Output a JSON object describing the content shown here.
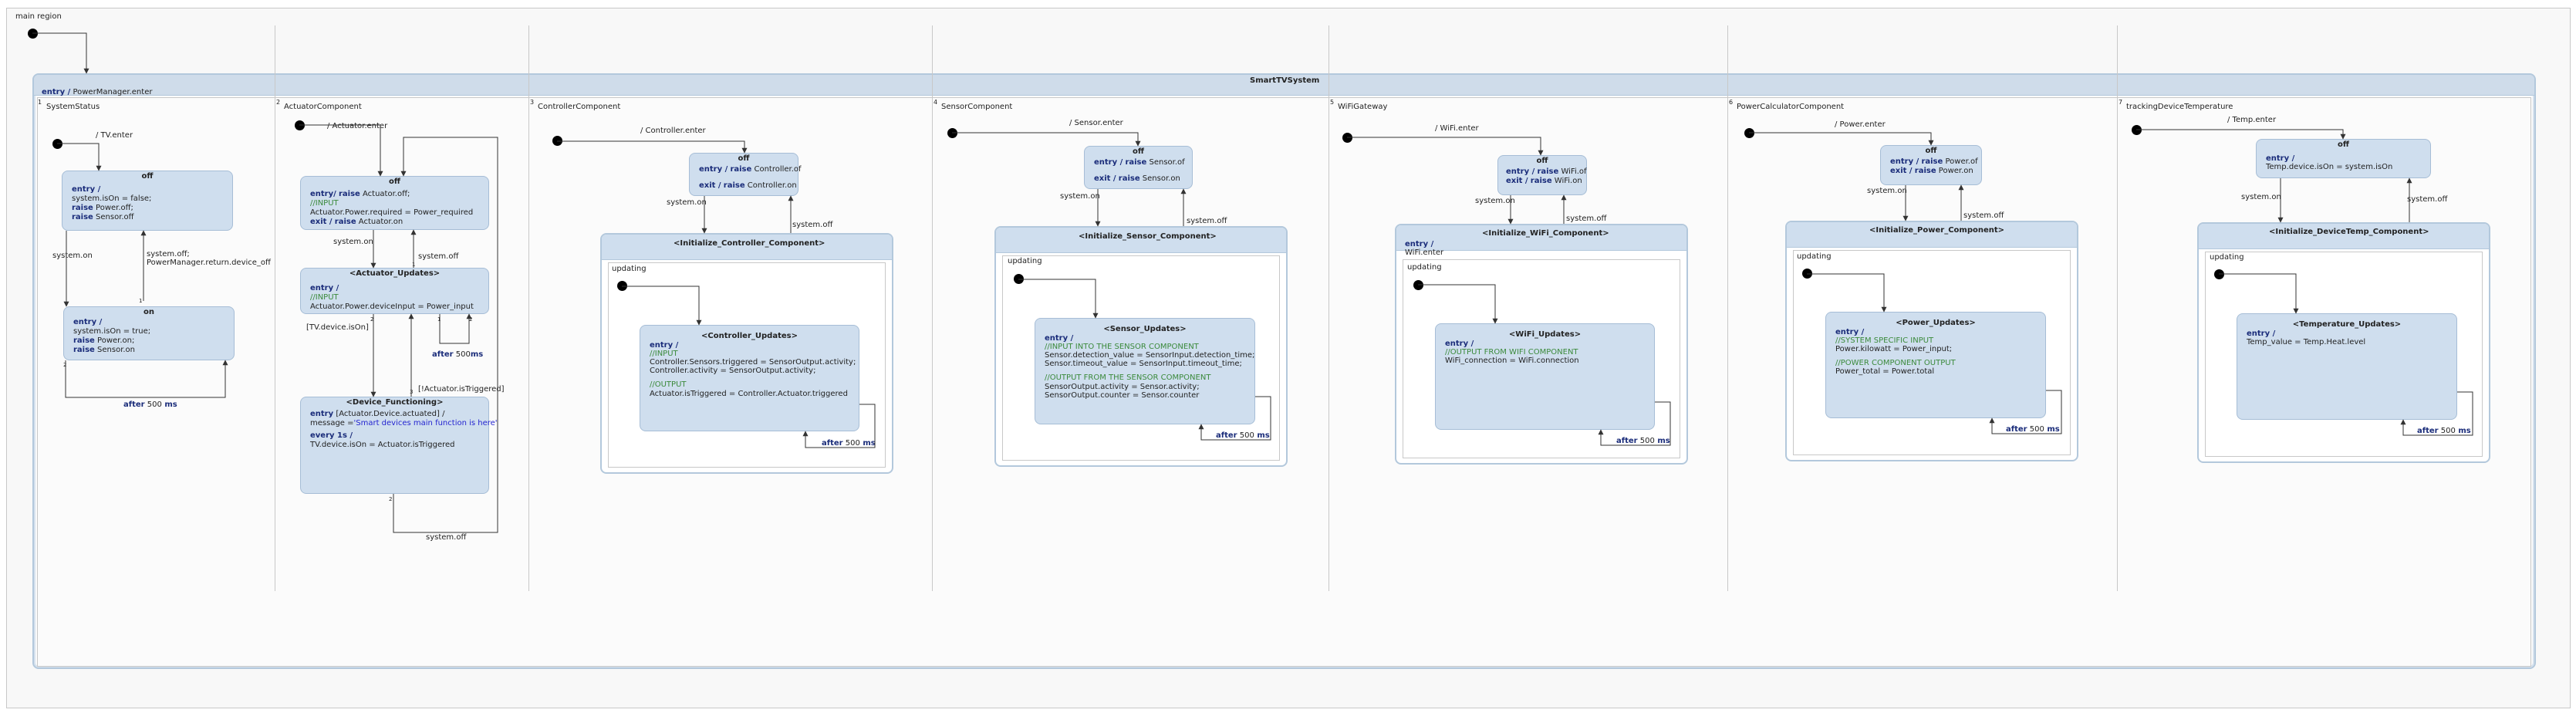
{
  "main_region": {
    "label": "main region"
  },
  "composite": {
    "title": "SmartTVSystem",
    "entry_kw": "entry /",
    "entry_text": "PowerManager.enter"
  },
  "regions": {
    "r1": {
      "index": "1",
      "name": "SystemStatus",
      "init_label": "/ TV.enter",
      "off": {
        "title": "off",
        "entry": "entry /",
        "l1": "system.isOn = false;",
        "l2kw": "raise",
        "l2": " Power.off;",
        "l3kw": "raise",
        "l3": " Sensor.off"
      },
      "on": {
        "title": "on",
        "entry": "entry /",
        "l1": "system.isOn = true;",
        "l2kw": "raise",
        "l2": " Power.on;",
        "l3kw": "raise",
        "l3": " Sensor.on"
      },
      "t_on": "system.on",
      "t_off1": "system.off;",
      "t_off2": "PowerManager.return.device_off",
      "after_kw": "after",
      "after_val": " 500",
      "after_unit": " ms",
      "idx1": "1",
      "idx2": "2"
    },
    "r2": {
      "index": "2",
      "name": "ActuatorComponent",
      "init_label": "/ Actuator.enter",
      "off": {
        "title": "off",
        "e_kw": "entry/",
        "e_raise": "raise",
        "e_text": " Actuator.off;",
        "cm": "//INPUT",
        "l2": "Actuator.Power.required = Power_required",
        "x_kw": "exit /",
        "x_raise": "raise",
        "x_text": " Actuator.on"
      },
      "upd": {
        "title": "<Actuator_Updates>",
        "entry": "entry /",
        "cm": "//INPUT",
        "l1": "Actuator.Power.deviceInput = Power_input"
      },
      "func": {
        "title": "<Device_Functioning>",
        "e_kw": "entry",
        "e_text": " [Actuator.Device.actuated] /",
        "l1a": "message =",
        "l1b": "'Smart devices main function is here'",
        "ev_kw": "every 1s /",
        "l2": "TV.device.isOn = Actuator.isTriggered"
      },
      "t_on": "system.on",
      "t_off": "system.off",
      "t_dev": "[TV.device.isOn]",
      "t_trig": "[!Actuator.isTriggered]",
      "after_kw": "after",
      "after_val": " 500",
      "after_unit": "ms",
      "t_off_bottom": "system.off",
      "i1": "1",
      "i2": "2",
      "i3": "1",
      "i4": "2",
      "i5": "3",
      "i6": "2"
    },
    "r3": {
      "index": "3",
      "name": "ControllerComponent",
      "init_label": "/ Controller.enter",
      "off": {
        "title": "off",
        "e_kw": "entry /",
        "e_raise": "raise",
        "e_text": " Controller.of",
        "x_kw": "exit /",
        "x_raise": "raise",
        "x_text": " Controller.on"
      },
      "t_on": "system.on",
      "t_off": "system.off",
      "comp": {
        "title": "<Initialize_Controller_Component>",
        "region": "updating"
      },
      "upd": {
        "title": "<Controller_Updates>",
        "entry": "entry /",
        "cm1": "//INPUT",
        "l1": "Controller.Sensors.triggered = SensorOutput.activity;",
        "l2": "Controller.activity = SensorOutput.activity;",
        "cm2": "//OUTPUT",
        "l3": "Actuator.isTriggered = Controller.Actuator.triggered"
      },
      "after_kw": "after",
      "after_val": " 500",
      "after_unit": " ms"
    },
    "r4": {
      "index": "4",
      "name": "SensorComponent",
      "init_label": "/ Sensor.enter",
      "off": {
        "title": "off",
        "e_kw": "entry /",
        "e_raise": "raise",
        "e_text": " Sensor.of",
        "x_kw": "exit /",
        "x_raise": "raise",
        "x_text": " Sensor.on"
      },
      "t_on": "system.on",
      "t_off": "system.off",
      "comp": {
        "title": "<Initialize_Sensor_Component>",
        "region": "updating"
      },
      "upd": {
        "title": "<Sensor_Updates>",
        "entry": "entry /",
        "cm1": "//INPUT INTO THE SENSOR COMPONENT",
        "l1": "Sensor.detection_value = SensorInput.detection_time;",
        "l2": "Sensor.timeout_value = SensorInput.timeout_time;",
        "cm2": "//OUTPUT FROM THE SENSOR COMPONENT",
        "l3": "SensorOutput.activity = Sensor.activity;",
        "l4": "SensorOutput.counter = Sensor.counter"
      },
      "after_kw": "after",
      "after_val": " 500",
      "after_unit": " ms"
    },
    "r5": {
      "index": "5",
      "name": "WiFiGateway",
      "init_label": "/ WiFi.enter",
      "off": {
        "title": "off",
        "e_kw": "entry /",
        "e_raise": "raise",
        "e_text": " WiFi.of",
        "x_kw": "exit /",
        "x_raise": "raise",
        "x_text": " WiFi.on"
      },
      "t_on": "system.on",
      "t_off": "system.off",
      "comp": {
        "title": "<Initialize_WiFi_Component>",
        "entry": "entry /",
        "entry_text": "WiFi.enter",
        "region": "updating"
      },
      "upd": {
        "title": "<WiFi_Updates>",
        "entry": "entry /",
        "cm1": "//OUTPUT FROM WIFI COMPONENT",
        "l1": "WiFi_connection = WiFi.connection"
      },
      "after_kw": "after",
      "after_val": " 500",
      "after_unit": " ms"
    },
    "r6": {
      "index": "6",
      "name": "PowerCalculatorComponent",
      "init_label": "/ Power.enter",
      "off": {
        "title": "off",
        "e_kw": "entry /",
        "e_raise": "raise",
        "e_text": " Power.of",
        "x_kw": "exit /",
        "x_raise": "raise",
        "x_text": " Power.on"
      },
      "t_on": "system.on",
      "t_off": "system.off",
      "comp": {
        "title": "<Initialize_Power_Component>",
        "region": "updating"
      },
      "upd": {
        "title": "<Power_Updates>",
        "entry": "entry /",
        "cm1": "//SYSTEM SPECIFIC INPUT",
        "l1": "Power.kilowatt = Power_input;",
        "cm2": "//POWER COMPONENT OUTPUT",
        "l2": "Power_total = Power.total"
      },
      "after_kw": "after",
      "after_val": " 500",
      "after_unit": " ms"
    },
    "r7": {
      "index": "7",
      "name": "trackingDeviceTemperature",
      "init_label": "/ Temp.enter",
      "off": {
        "title": "off",
        "e_kw": "entry /",
        "l1": "Temp.device.isOn = system.isOn"
      },
      "t_on": "system.on",
      "t_off": "system.off",
      "comp": {
        "title": "<Initialize_DeviceTemp_Component>",
        "region": "updating"
      },
      "upd": {
        "title": "<Temperature_Updates>",
        "entry": "entry /",
        "l1": "Temp_value = Temp.Heat.level"
      },
      "after_kw": "after",
      "after_val": " 500",
      "after_unit": " ms"
    }
  }
}
